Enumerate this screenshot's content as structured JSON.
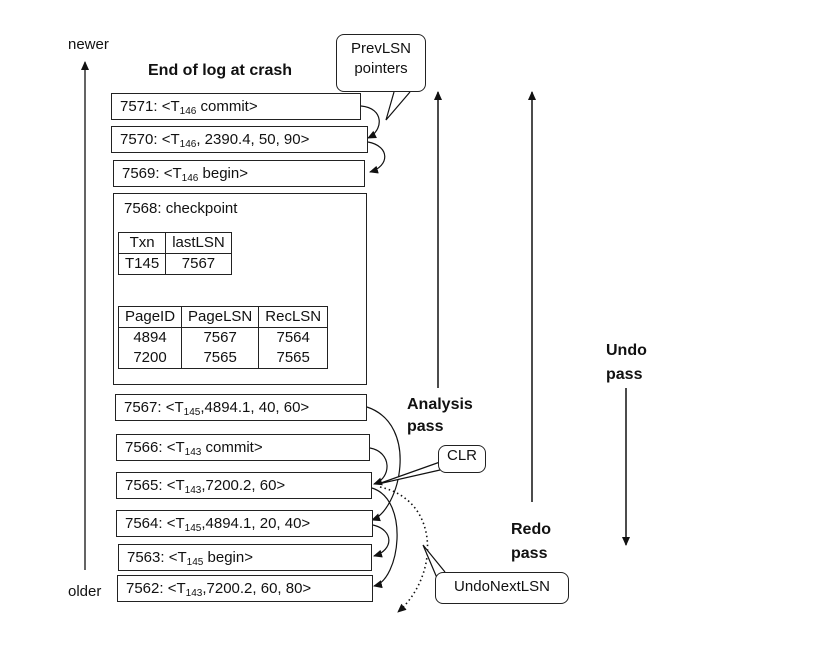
{
  "axis": {
    "newer": "newer",
    "older": "older"
  },
  "title": "End of log at crash",
  "callouts": {
    "prevlsn": [
      "PrevLSN",
      "pointers"
    ],
    "clr": "CLR",
    "undonextlsn": "UndoNextLSN"
  },
  "passes": {
    "analysis": [
      "Analysis",
      "pass"
    ],
    "redo": [
      "Redo",
      "pass"
    ],
    "undo": [
      "Undo",
      "pass"
    ]
  },
  "records": [
    {
      "lsn": "7571",
      "pre": "<T",
      "sub": "146",
      "post": " commit>"
    },
    {
      "lsn": "7570",
      "pre": "<T",
      "sub": "146",
      "post": ", 2390.4, 50, 90>"
    },
    {
      "lsn": "7569",
      "pre": "<T",
      "sub": "146",
      "post": " begin>"
    },
    {
      "lsn": "7567",
      "pre": "<T",
      "sub": "145",
      "post": ",4894.1, 40, 60>"
    },
    {
      "lsn": "7566",
      "pre": "<T",
      "sub": "143",
      "post": " commit>"
    },
    {
      "lsn": "7565",
      "pre": "<T",
      "sub": "143",
      "post": ",7200.2, 60>"
    },
    {
      "lsn": "7564",
      "pre": "<T",
      "sub": "145",
      "post": ",4894.1, 20, 40>"
    },
    {
      "lsn": "7563",
      "pre": "<T",
      "sub": "145",
      "post": " begin>"
    },
    {
      "lsn": "7562",
      "pre": "<T",
      "sub": "143",
      "post": ",7200.2, 60, 80>"
    }
  ],
  "checkpoint": {
    "label": "7568: checkpoint",
    "txn_table": {
      "headers": [
        "Txn",
        "lastLSN"
      ],
      "rows": [
        [
          "T145",
          "7567"
        ]
      ]
    },
    "dirty_page_table": {
      "headers": [
        "PageID",
        "PageLSN",
        "RecLSN"
      ],
      "rows": [
        [
          "4894",
          "7567",
          "7564"
        ],
        [
          "7200",
          "7565",
          "7565"
        ]
      ]
    }
  }
}
